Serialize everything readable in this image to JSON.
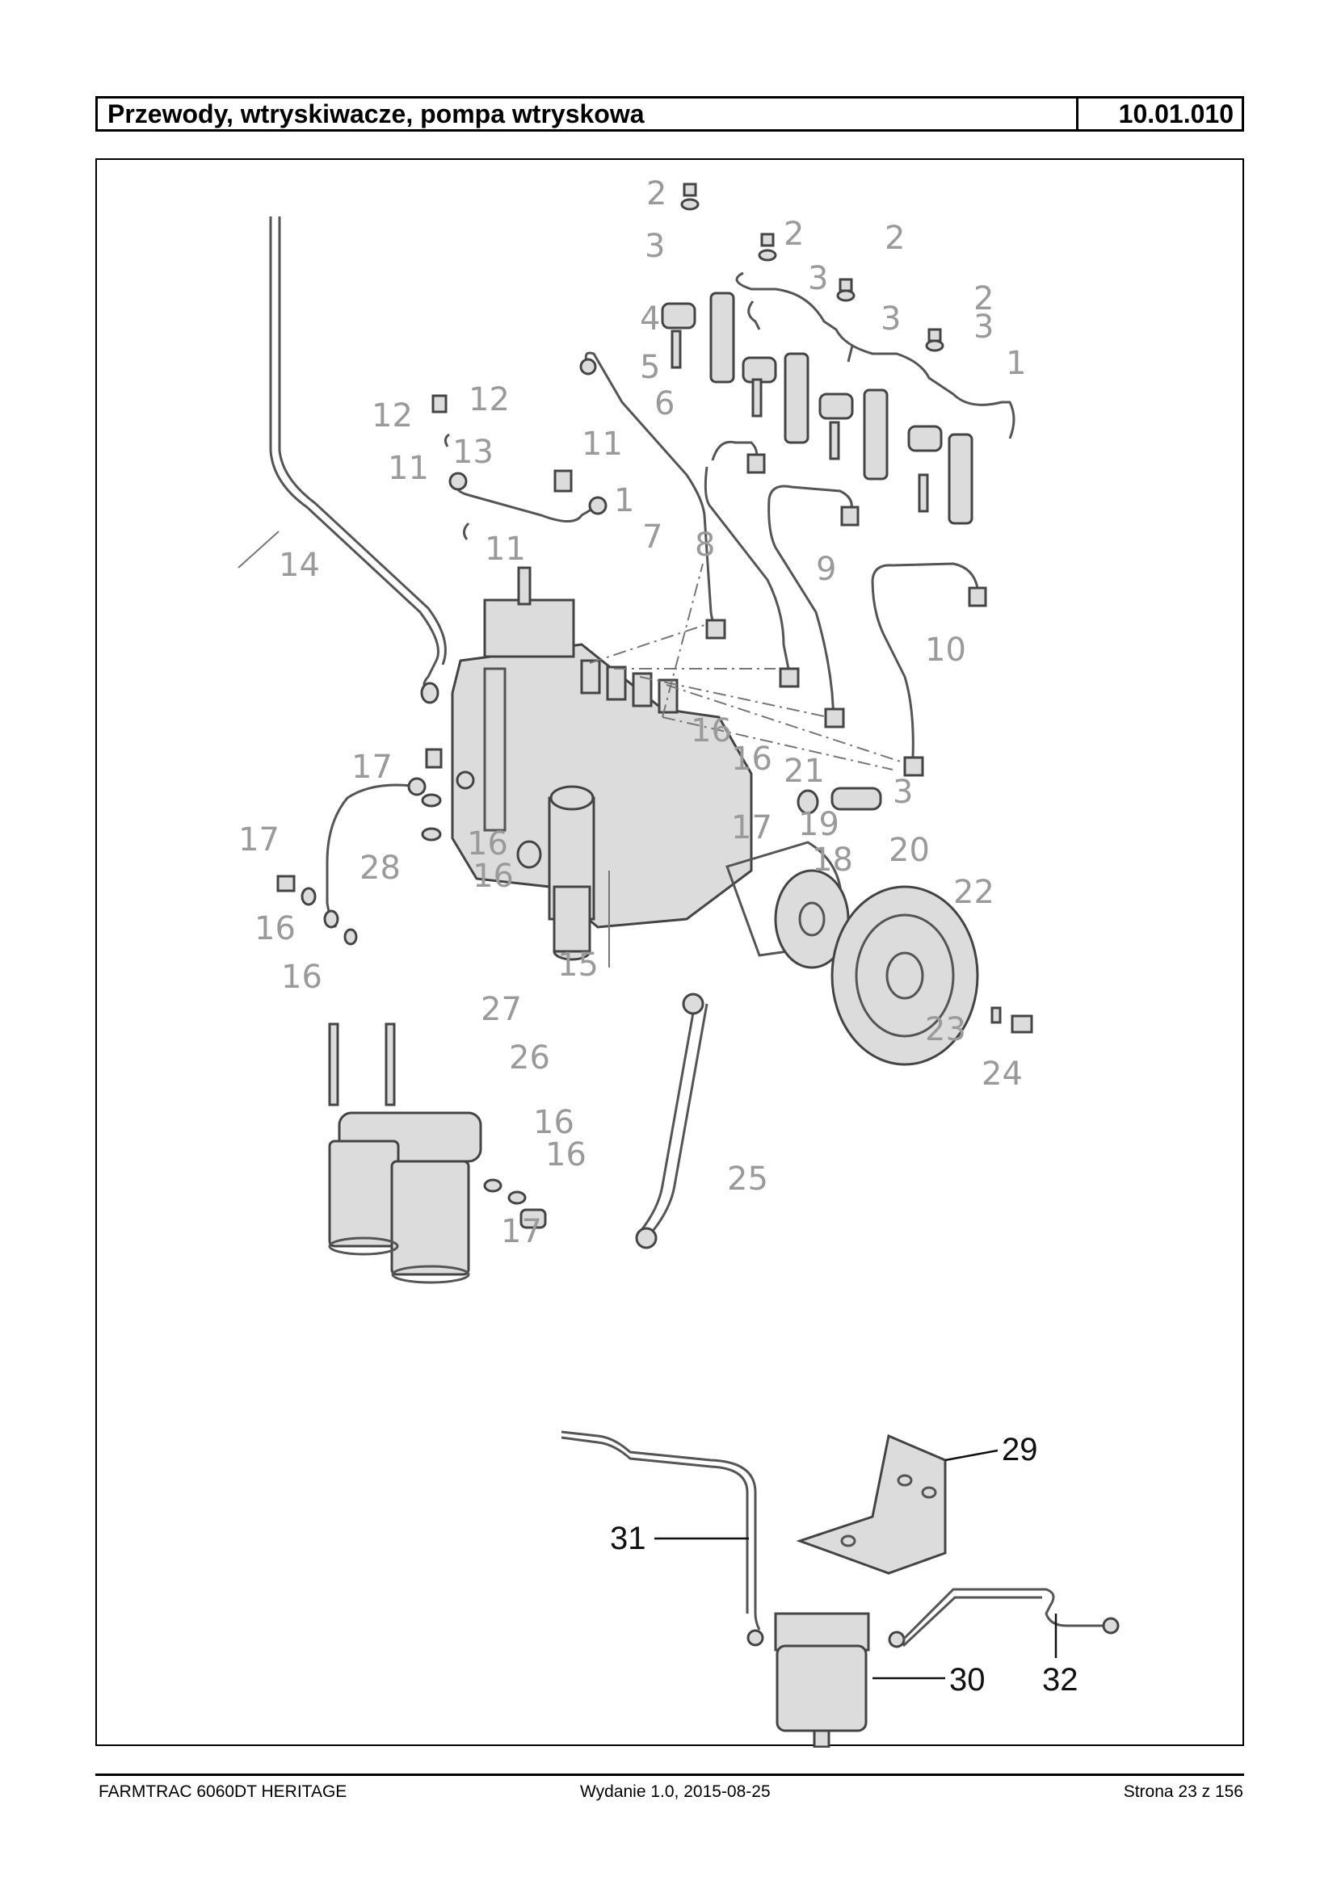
{
  "header": {
    "title": "Przewody, wtryskiwacze, pompa wtryskowa",
    "code": "10.01.010"
  },
  "callouts": {
    "c1": "1",
    "c2a": "2",
    "c2b": "2",
    "c2c": "2",
    "c2d": "2",
    "c3a": "3",
    "c3b": "3",
    "c3c": "3",
    "c3d": "3",
    "c3e": "3",
    "c4": "4",
    "c5": "5",
    "c6": "6",
    "c7": "7",
    "c8": "8",
    "c9": "9",
    "c10": "10",
    "c11a": "11",
    "c11b": "11",
    "c11c": "11",
    "c11d": "1",
    "c12a": "12",
    "c12b": "12",
    "c13": "13",
    "c14": "14",
    "c15": "15",
    "c16a": "16",
    "c16b": "16",
    "c16c": "16",
    "c16d": "16",
    "c16e": "16",
    "c16f": "16",
    "c16g": "16",
    "c16h": "16",
    "c17a": "17",
    "c17b": "17",
    "c17c": "17",
    "c17d": "17",
    "c18": "18",
    "c19": "19",
    "c20": "20",
    "c21": "21",
    "c22": "22",
    "c23": "23",
    "c24": "24",
    "c25": "25",
    "c26": "26",
    "c27": "27",
    "c28": "28",
    "c29": "29",
    "c30": "30",
    "c31": "31",
    "c32": "32"
  },
  "footer": {
    "model": "FARMTRAC 6060DT HERITAGE",
    "edition": "Wydanie 1.0,  2015-08-25",
    "page": "Strona 23 z 156"
  }
}
